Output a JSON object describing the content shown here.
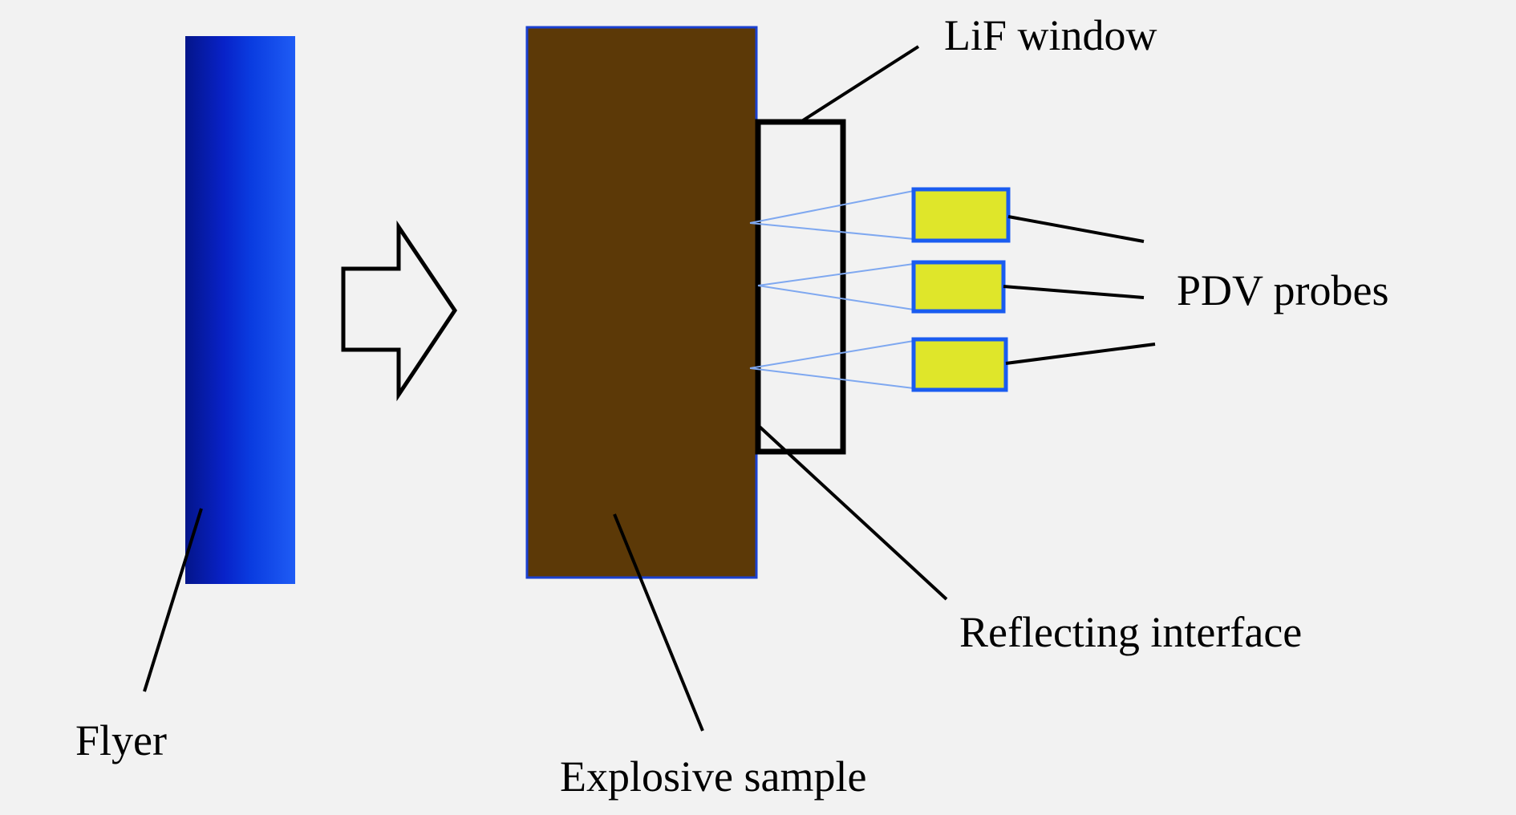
{
  "diagram": {
    "labels": {
      "flyer": "Flyer",
      "explosive_sample": "Explosive sample",
      "lif_window": "LiF window",
      "pdv_probes": "PDV probes",
      "reflecting_interface": "Reflecting interface"
    },
    "components": [
      {
        "id": "flyer",
        "name": "Flyer",
        "color": "#0a3ce0"
      },
      {
        "id": "impact-arrow",
        "name": "Impact direction arrow",
        "color": "#f2f2f2"
      },
      {
        "id": "explosive-sample",
        "name": "Explosive sample",
        "color": "#5c3907"
      },
      {
        "id": "lif-window",
        "name": "LiF window",
        "color": "#f2f2f2"
      },
      {
        "id": "pdv-probe-1",
        "name": "PDV probe 1",
        "color": "#dfe62a"
      },
      {
        "id": "pdv-probe-2",
        "name": "PDV probe 2",
        "color": "#dfe62a"
      },
      {
        "id": "pdv-probe-3",
        "name": "PDV probe 3",
        "color": "#dfe62a"
      }
    ],
    "colors": {
      "background": "#f2f2f2",
      "flyer_dark": "#04158a",
      "flyer_light": "#1f5cf5",
      "sample": "#5c3907",
      "sample_border": "#1a40d0",
      "probe_fill": "#dfe62a",
      "probe_border": "#1a5cf0",
      "beam": "#7fa8f0"
    }
  }
}
